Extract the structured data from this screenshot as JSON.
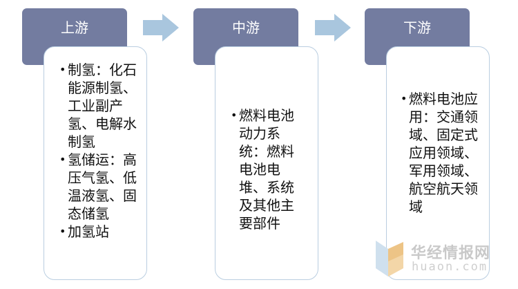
{
  "upstream": {
    "title": "上游",
    "bullets": [
      "制氢：化石能源制氢、工业副产氢、电解水制氢",
      "氢储运：高压气氢、低温液氢、固态储氢",
      "加氢站"
    ]
  },
  "midstream": {
    "title": "中游",
    "bullets": [
      "燃料电池动力系统：燃料电池电堆、系统及其他主要部件"
    ]
  },
  "downstream": {
    "title": "下游",
    "bullets": [
      "燃料电池应用：交通领域、固定式应用领域、军用领域、航空航天领域"
    ]
  },
  "colors": {
    "header": "#737ca0",
    "card_border": "#b9cde0",
    "arrow": "#a9c6de"
  },
  "watermark": {
    "title": "华经情报网",
    "url": "huaon.com"
  }
}
